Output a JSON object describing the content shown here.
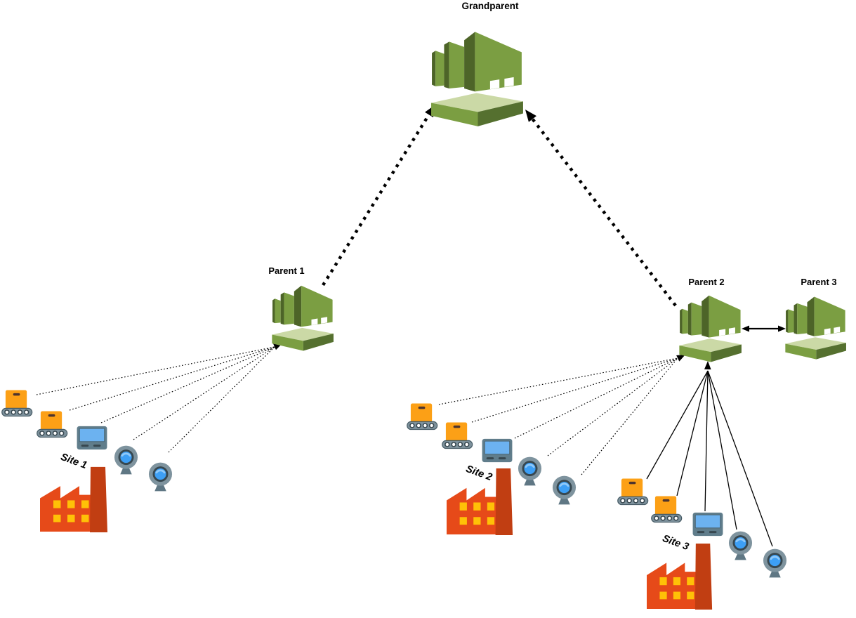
{
  "diagram": {
    "type": "hierarchy-diagram",
    "nodes": [
      {
        "id": "grandparent",
        "label": "Grandparent",
        "icon": "gateway-building-icon"
      },
      {
        "id": "parent1",
        "label": "Parent 1",
        "icon": "gateway-building-icon"
      },
      {
        "id": "parent2",
        "label": "Parent 2",
        "icon": "gateway-building-icon"
      },
      {
        "id": "parent3",
        "label": "Parent 3",
        "icon": "gateway-building-icon"
      }
    ],
    "sites": [
      {
        "label": "Site 1",
        "connects_to": "Parent 1",
        "line_style": "thin-dotted-arrow",
        "devices": [
          "conveyor-icon",
          "conveyor-icon",
          "industrial-pc-icon",
          "camera-icon",
          "camera-icon",
          "factory-icon"
        ]
      },
      {
        "label": "Site 2",
        "connects_to": "Parent 2",
        "line_style": "thin-dotted-arrow",
        "devices": [
          "conveyor-icon",
          "conveyor-icon",
          "industrial-pc-icon",
          "camera-icon",
          "camera-icon",
          "factory-icon"
        ]
      },
      {
        "label": "Site 3",
        "connects_to": "Parent 2",
        "line_style": "thin-solid-arrow",
        "devices": [
          "conveyor-icon",
          "conveyor-icon",
          "industrial-pc-icon",
          "camera-icon",
          "camera-icon",
          "factory-icon"
        ]
      }
    ],
    "edges": [
      {
        "from": "Parent 1",
        "to": "Grandparent",
        "style": "bold-dotted-arrow"
      },
      {
        "from": "Parent 2",
        "to": "Grandparent",
        "style": "bold-dotted-arrow"
      },
      {
        "from": "Parent 2",
        "to": "Parent 3",
        "style": "solid-double-arrow"
      }
    ],
    "colors": {
      "building_green": "#7B9E42",
      "building_dark_green": "#4D6428",
      "platform_light_green": "#CBD9A6",
      "platform_dark_green": "#55702F",
      "factory_red": "#E64A19",
      "chimney_red": "#C13E12",
      "window_yellow": "#FFC107",
      "box_orange": "#FCA016",
      "device_gray": "#607D8B",
      "belt_gray": "#7D919C",
      "ring_dark": "#37474F",
      "screen_blue": "#6CB2F0",
      "lens_blue": "#3D9FF5",
      "line_black": "#000000",
      "background": "#FFFFFF"
    }
  }
}
